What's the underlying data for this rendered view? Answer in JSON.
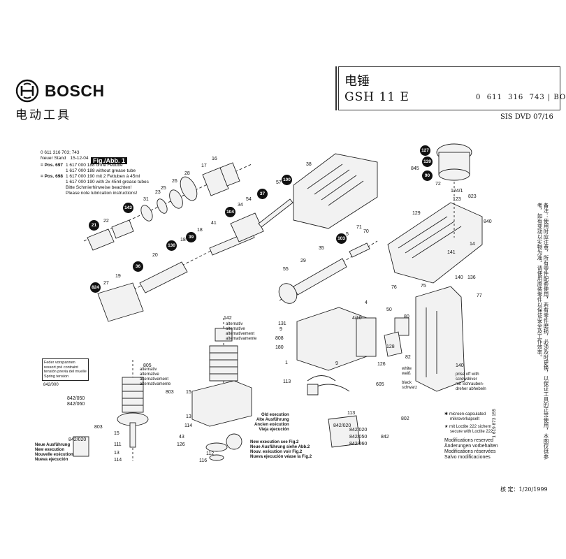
{
  "header": {
    "brand": "BOSCH",
    "subtitle": "电动工具",
    "title_cn": "电锤",
    "model": "GSH 11 E",
    "part_number": "0  611  316  743 | BO",
    "sis_dvd": "SIS DVD 07/16"
  },
  "figure_header": {
    "model_codes": "0 611 316 703; 743",
    "neuer_stand_label": "Neuer Stand",
    "date": "15-12-04",
    "fig_label": "Fig./Abb. 1",
    "pos_697": "= Pos. 697",
    "pos_698": "= Pos. 698",
    "lines": [
      "1 617 000 188 ohne Fettube",
      "1 617 000 188 without grease tube",
      "1 617 000 190 mit 2 Fettuben à 45ml",
      "1 617 000 190 with 2x 45ml grease tubes",
      "Bitte Schmierhinweise beachten!",
      "Please note lubrication instructions!"
    ]
  },
  "callouts": [
    {
      "id": "c21",
      "label": "21"
    },
    {
      "id": "c143",
      "label": "143"
    },
    {
      "id": "c36",
      "label": "36"
    },
    {
      "id": "c824",
      "label": "824"
    },
    {
      "id": "c130",
      "label": "130"
    },
    {
      "id": "c39",
      "label": "39"
    },
    {
      "id": "c104",
      "label": "104"
    },
    {
      "id": "c37",
      "label": "37"
    },
    {
      "id": "c100",
      "label": "100"
    },
    {
      "id": "c103",
      "label": "103"
    },
    {
      "id": "c127",
      "label": "127"
    },
    {
      "id": "c139",
      "label": "139"
    },
    {
      "id": "c90",
      "label": "90"
    }
  ],
  "part_numbers": [
    "22",
    "31",
    "25",
    "23",
    "26",
    "28",
    "17",
    "16",
    "20",
    "18",
    "41",
    "5",
    "34",
    "54",
    "57",
    "38",
    "18",
    "27",
    "19",
    "55",
    "29",
    "35",
    "71",
    "70",
    "5",
    "140",
    "136",
    "129",
    "840",
    "823",
    "124/1",
    "123",
    "72",
    "845",
    "14",
    "141",
    "76",
    "75",
    "77",
    "4",
    "4/10",
    "80",
    "50",
    "128",
    "131",
    "9",
    "808",
    "180",
    "1",
    "113",
    "126",
    "605",
    "113",
    "802",
    "82",
    "140",
    "842/020",
    "842/050",
    "842/060",
    "842",
    "142",
    "803",
    "15",
    "13",
    "114",
    "43",
    "126",
    "112",
    "116",
    "805",
    "803",
    "15",
    "111",
    "13",
    "114",
    "842/020",
    "842/060",
    "842/050",
    "842/020",
    "9"
  ],
  "notes": {
    "feder_box": [
      "Feder vorspannen",
      "ressort pré contraint",
      "tensión previa del muelle",
      "Spring tension"
    ],
    "feder_code": "842/000",
    "alternativ_top": [
      "alternativ",
      "alternative",
      "alternativement",
      "alternativamente"
    ],
    "alternativ_bottom": [
      "alternativ",
      "alternative",
      "alternativement",
      "alternativamente"
    ],
    "old_execution": [
      "Old execution",
      "Alte Ausführung",
      "Ancien exécution",
      "Vieja ejecución"
    ],
    "new_execution": [
      "Neue Ausführung",
      "New execution",
      "Nouvelle exécution",
      "Nueva ejecución"
    ],
    "new_exec_fig2": [
      "New execution see Fig.2",
      "Neue Ausführung siehe Abb.2",
      "Nouv. exécution voir Fig.2",
      "Nueva ejecución véase la Fig.2"
    ],
    "white": "white",
    "weiß": "weiß",
    "black": "black",
    "schwarz": "schwarz",
    "prise_off": [
      "prise off with",
      "screwdriver",
      "mit Schrauben-",
      "dreher abhebeln"
    ],
    "microencapsulated": [
      "microen-capsulated",
      "mikroverkapselt"
    ],
    "loctite": [
      "mit Loctite 222 sichern",
      "secure with Loctite 222"
    ],
    "modifications": [
      "Modifications reserved",
      "Änderungen vorbehalten",
      "Modifications réservées",
      "Salvo modificaciones"
    ],
    "catalog_number": "1 619 873 155",
    "date_checked": "核 定：1/20/1999"
  },
  "side_chinese": "备注：使用时应注意，所有零件配套使用，若有零件磨损，必须及时更换，以保证工具的正常使用，本图仅供参考，如有变动以实物为准。请使用原装零件以保证安全及工作效率。"
}
